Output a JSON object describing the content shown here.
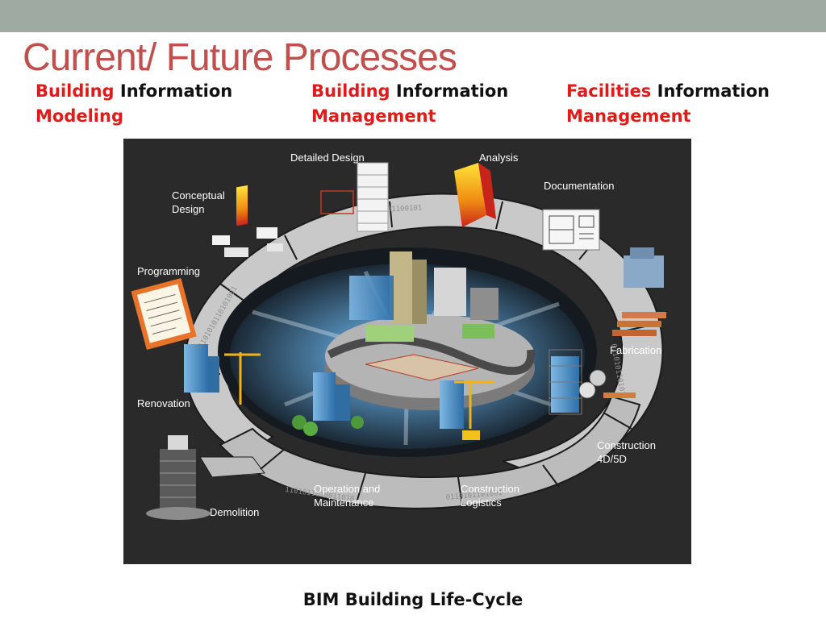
{
  "slide": {
    "title": "Current/ Future Processes",
    "caption": "BIM Building Life-Cycle"
  },
  "headings": [
    {
      "red": "Building",
      "black": "Information",
      "line2": "Modeling"
    },
    {
      "red": "Building",
      "black": "Information",
      "line2": "Management"
    },
    {
      "red": "Facilities",
      "black": "Information",
      "line2": "Management"
    }
  ],
  "stages": {
    "detailed_design": "Detailed Design",
    "analysis": "Analysis",
    "documentation": "Documentation",
    "conceptual_design": "Conceptual\nDesign",
    "programming": "Programming",
    "fabrication": "Fabrication",
    "renovation": "Renovation",
    "construction_4d5d": "Construction\n4D/5D",
    "operation_maintenance": "Operation and\nMaintenance",
    "construction_logistics": "Construction\nLogistics",
    "demolition": "Demolition"
  },
  "colors": {
    "title": "#c0504d",
    "heading_red": "#e11a1a",
    "top_bar": "#9eaaa2",
    "diagram_bg": "#2a2a2a",
    "ring": "#c9c9c9"
  }
}
